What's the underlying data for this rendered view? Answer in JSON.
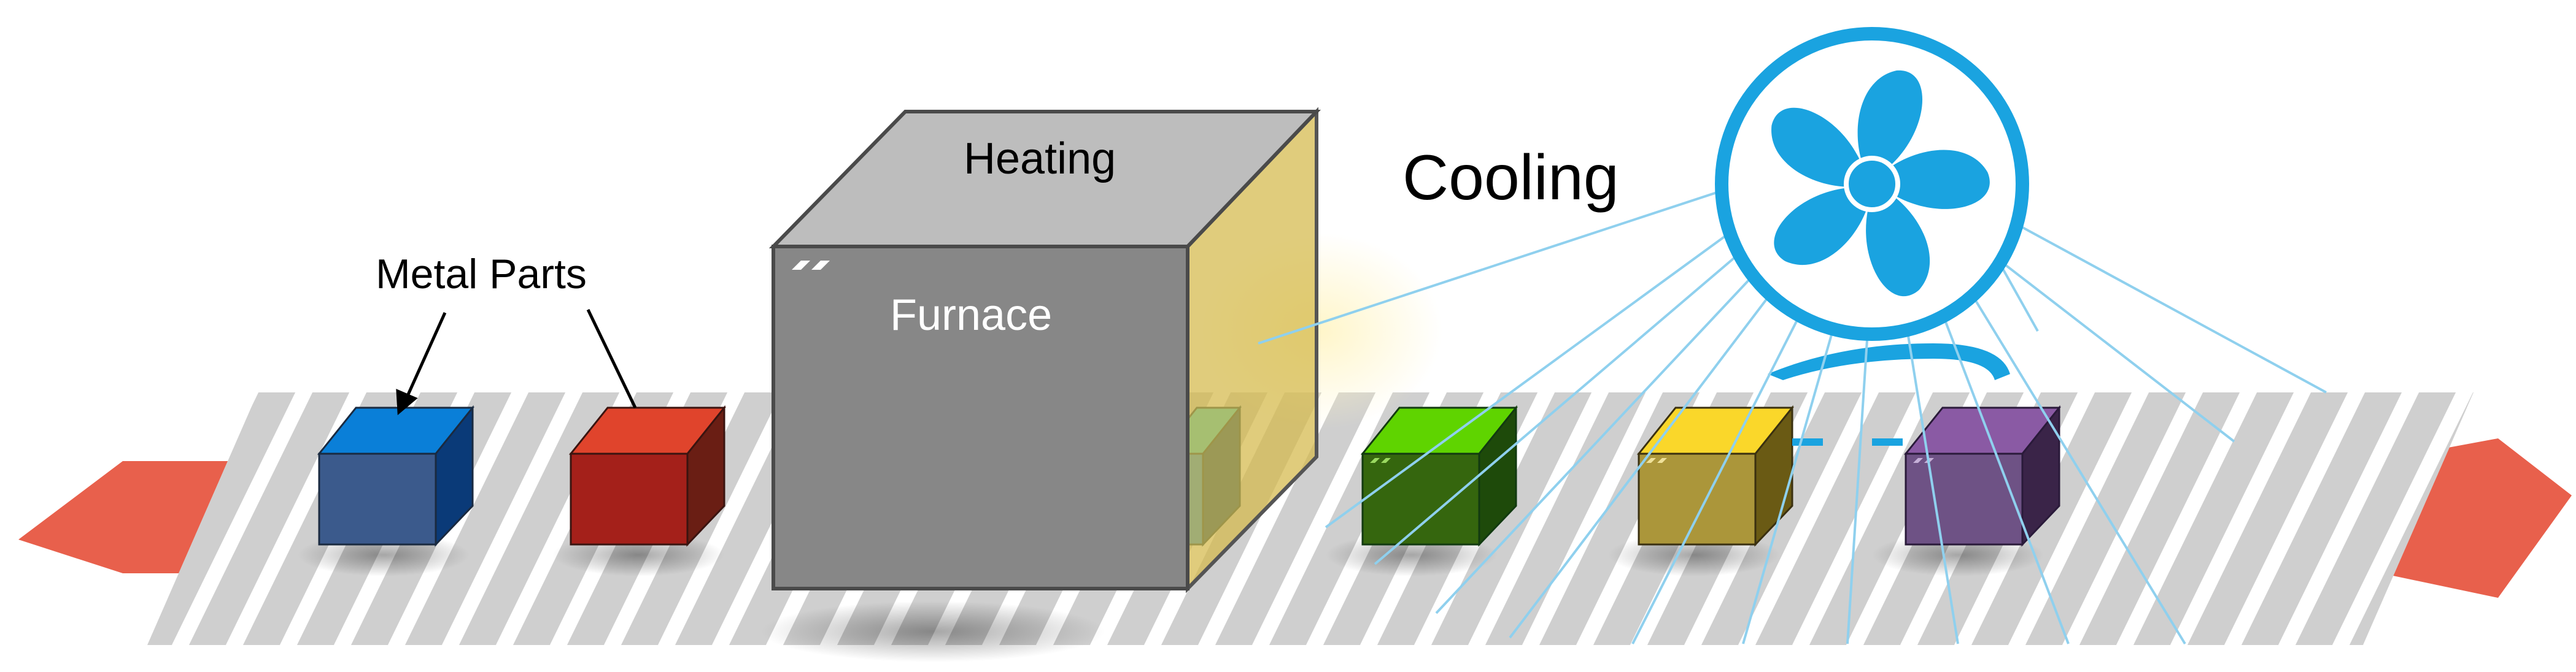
{
  "labels": {
    "metal_parts": "Metal Parts",
    "heating": "Heating",
    "furnace": "Furnace",
    "cooling": "Cooling"
  },
  "colors": {
    "arrow": "#e8604c",
    "belt_stripe": "#cfcfcf",
    "furnace_front": "#8a8a8a",
    "furnace_top": "#bdbdbd",
    "furnace_glass": "#d9c25a",
    "fan": "#1aa3e0",
    "air_lines": "#8fd0ee",
    "blocks": [
      "#2f6fcf",
      "#c8301f",
      "#2db8d8",
      "#3e8e12",
      "#d9b724",
      "#6e4a88"
    ]
  },
  "icons": {
    "fan": "fan-icon",
    "arrow": "process-direction-arrow-icon"
  }
}
